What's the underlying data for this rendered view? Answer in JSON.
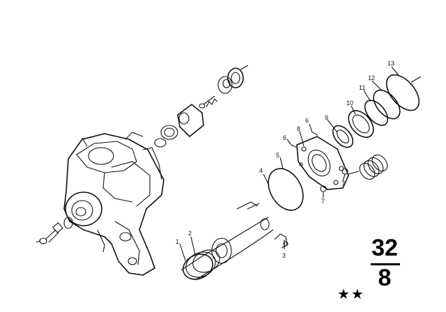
{
  "diagram": {
    "callouts": [
      "1",
      "2",
      "3",
      "4",
      "5",
      "6",
      "6",
      "7",
      "7",
      "8",
      "9",
      "10",
      "11",
      "12",
      "13"
    ]
  },
  "page_ref": {
    "group": "32",
    "sub": "8",
    "marks": "★★"
  }
}
